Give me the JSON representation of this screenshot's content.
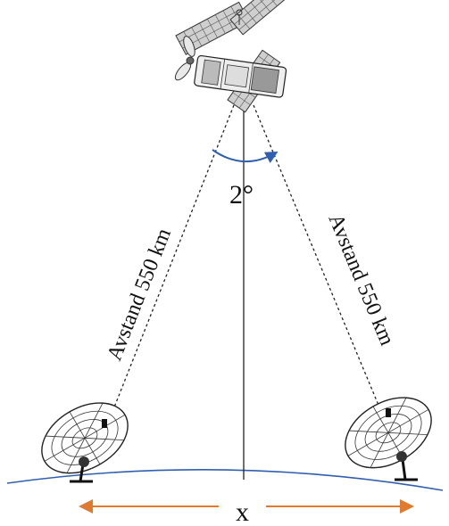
{
  "labels": {
    "angle": "2°",
    "distance_left": "Avstand 550 km",
    "distance_right": "Avstand 550 km",
    "x_label": "x"
  },
  "colors": {
    "arc": "#2f5fae",
    "earth": "#2f5fae",
    "arrow": "#e07a2e",
    "lines": "#222222"
  },
  "icons": {
    "satellite": "satellite-icon",
    "dish_left": "satellite-dish-icon",
    "dish_right": "satellite-dish-icon"
  }
}
